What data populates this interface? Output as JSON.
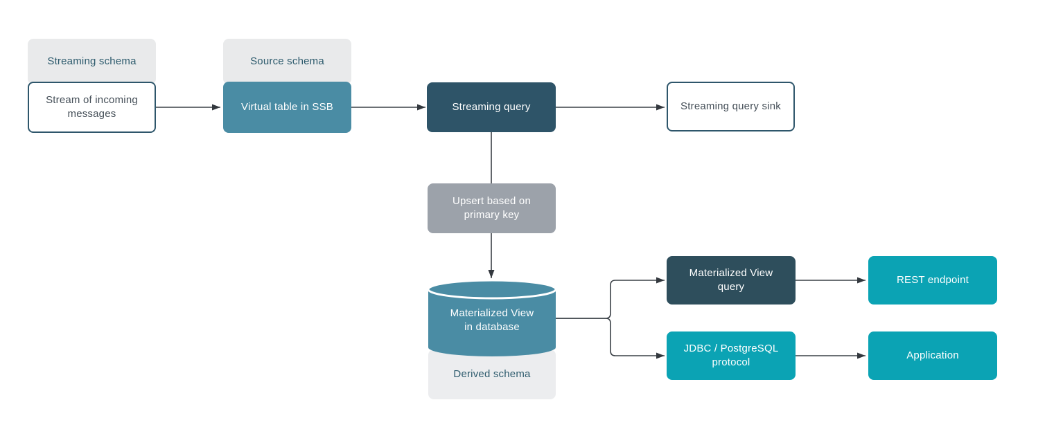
{
  "diagram": {
    "nodes": {
      "streaming_schema_label": "Streaming schema",
      "stream_of_incoming_messages": "Stream of incoming\nmessages",
      "source_schema_label": "Source schema",
      "virtual_table_in_ssb": "Virtual table in SSB",
      "streaming_query": "Streaming query",
      "streaming_query_sink": "Streaming query sink",
      "upsert_based_on_primary_key": "Upsert based on\nprimary key",
      "materialized_view_in_database": "Materialized View\nin database",
      "derived_schema_label": "Derived schema",
      "materialized_view_query": "Materialized View\nquery",
      "rest_endpoint": "REST endpoint",
      "jdbc_postgresql_protocol": "JDBC / PostgreSQL\nprotocol",
      "application": "Application"
    },
    "colors": {
      "teal": "#4A8CA4",
      "dark_teal": "#2E5468",
      "dark_slate": "#2E4E5C",
      "cyan": "#0BA3B4",
      "gray": "#9CA2AA",
      "light_gray": "#E9EAEB",
      "connector": "#3A4046",
      "label_text": "#2C5A6C",
      "outline_box_text": "#444E57",
      "outline_box_border": "#2E566B"
    }
  }
}
